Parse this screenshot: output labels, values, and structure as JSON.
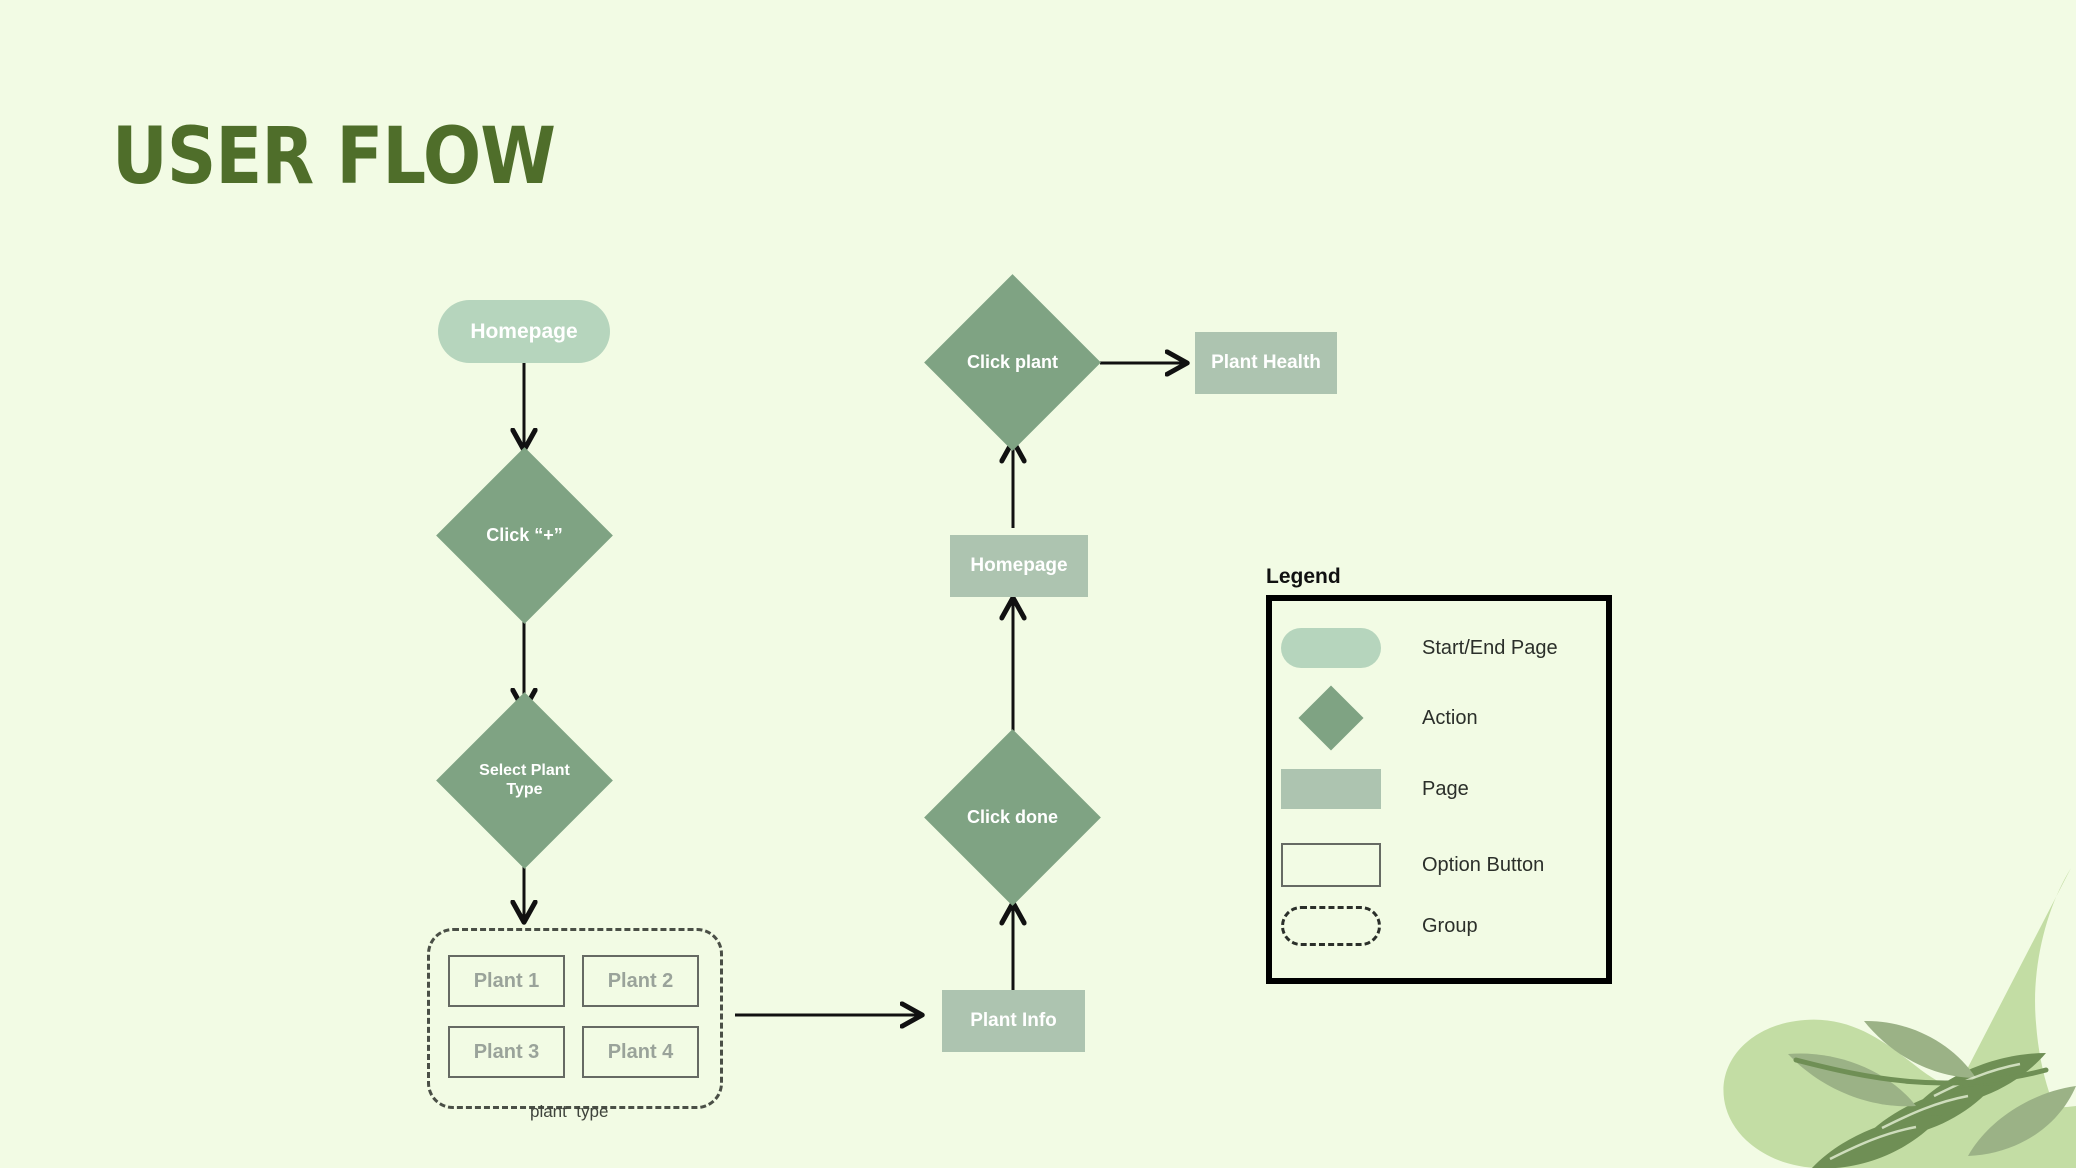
{
  "page": {
    "title": "USER FLOW",
    "background_color": "#f2fbe4",
    "title_color": "#4f6e2a"
  },
  "palette": {
    "start_end_page": "#b6d5bd",
    "action": "#7fa383",
    "page": "#adc4b0",
    "option_button_border": "#666a63",
    "option_button_text": "#9aa39a",
    "group_border": "#4a4f46",
    "arrow": "#111111",
    "decor_blob": "#c3dda4",
    "decor_leaf_dark": "#6f8f55",
    "decor_leaf_light": "#9bb286"
  },
  "flow": {
    "nodes": [
      {
        "id": "homepage-start",
        "label": "Homepage",
        "type": "start-end-page"
      },
      {
        "id": "click-plus",
        "label": "Click “+”",
        "type": "action"
      },
      {
        "id": "select-plant-type",
        "label": "Select Plant Type",
        "label_line1": "Select Plant",
        "label_line2": "Type",
        "type": "action"
      },
      {
        "id": "plant-info",
        "label": "Plant Info",
        "type": "page"
      },
      {
        "id": "click-done",
        "label": "Click done",
        "type": "action"
      },
      {
        "id": "homepage-2",
        "label": "Homepage",
        "type": "page"
      },
      {
        "id": "click-plant",
        "label": "Click plant",
        "type": "action"
      },
      {
        "id": "plant-health",
        "label": "Plant Health",
        "type": "page"
      }
    ],
    "group": {
      "caption": "plant  type",
      "options": [
        {
          "id": "plant-1",
          "label": "Plant 1"
        },
        {
          "id": "plant-2",
          "label": "Plant 2"
        },
        {
          "id": "plant-3",
          "label": "Plant 3"
        },
        {
          "id": "plant-4",
          "label": "Plant 4"
        }
      ]
    },
    "edges": [
      {
        "from": "homepage-start",
        "to": "click-plus",
        "direction": "down"
      },
      {
        "from": "click-plus",
        "to": "select-plant-type",
        "direction": "down"
      },
      {
        "from": "select-plant-type",
        "to": "plant-type-group",
        "direction": "down"
      },
      {
        "from": "plant-type-group",
        "to": "plant-info",
        "direction": "right"
      },
      {
        "from": "plant-info",
        "to": "click-done",
        "direction": "up"
      },
      {
        "from": "click-done",
        "to": "homepage-2",
        "direction": "up"
      },
      {
        "from": "homepage-2",
        "to": "click-plant",
        "direction": "up"
      },
      {
        "from": "click-plant",
        "to": "plant-health",
        "direction": "right"
      }
    ]
  },
  "legend": {
    "title": "Legend",
    "items": [
      {
        "swatch": "pill",
        "label": "Start/End Page"
      },
      {
        "swatch": "diamond",
        "label": "Action"
      },
      {
        "swatch": "page",
        "label": "Page"
      },
      {
        "swatch": "option",
        "label": "Option Button"
      },
      {
        "swatch": "group",
        "label": "Group"
      }
    ]
  }
}
